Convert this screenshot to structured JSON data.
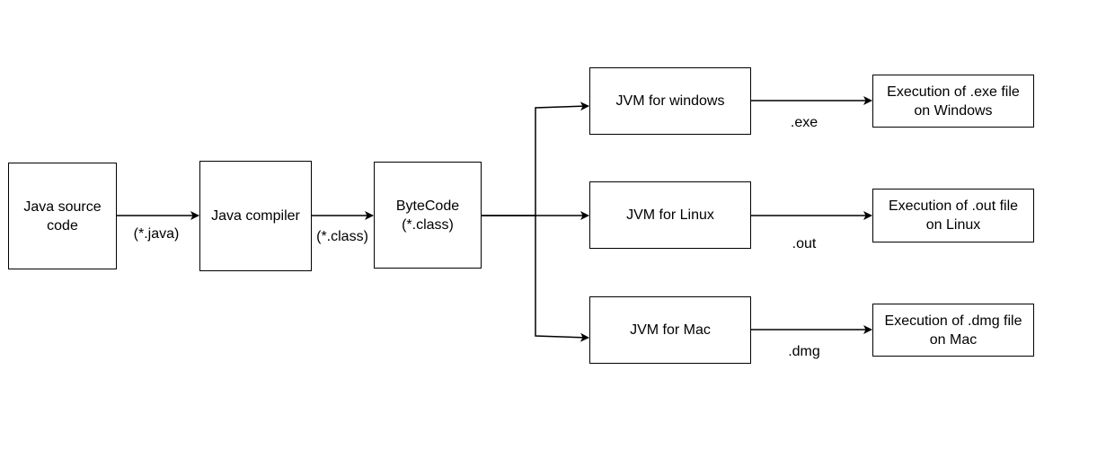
{
  "nodes": {
    "java_source": "Java source\ncode",
    "java_compiler": "Java compiler",
    "bytecode": "ByteCode\n(*.class)",
    "jvm_windows": "JVM for windows",
    "jvm_linux": "JVM for Linux",
    "jvm_mac": "JVM for Mac",
    "exec_windows": "Execution of .exe file\non Windows",
    "exec_linux": "Execution of .out file\non Linux",
    "exec_mac": "Execution of .dmg file\non Mac"
  },
  "edge_labels": {
    "java": "(*.java)",
    "class": "(*.class)",
    "exe": ".exe",
    "out": ".out",
    "dmg": ".dmg"
  },
  "colors": {
    "stroke": "#000000",
    "fill": "#ffffff",
    "text": "#000000"
  }
}
